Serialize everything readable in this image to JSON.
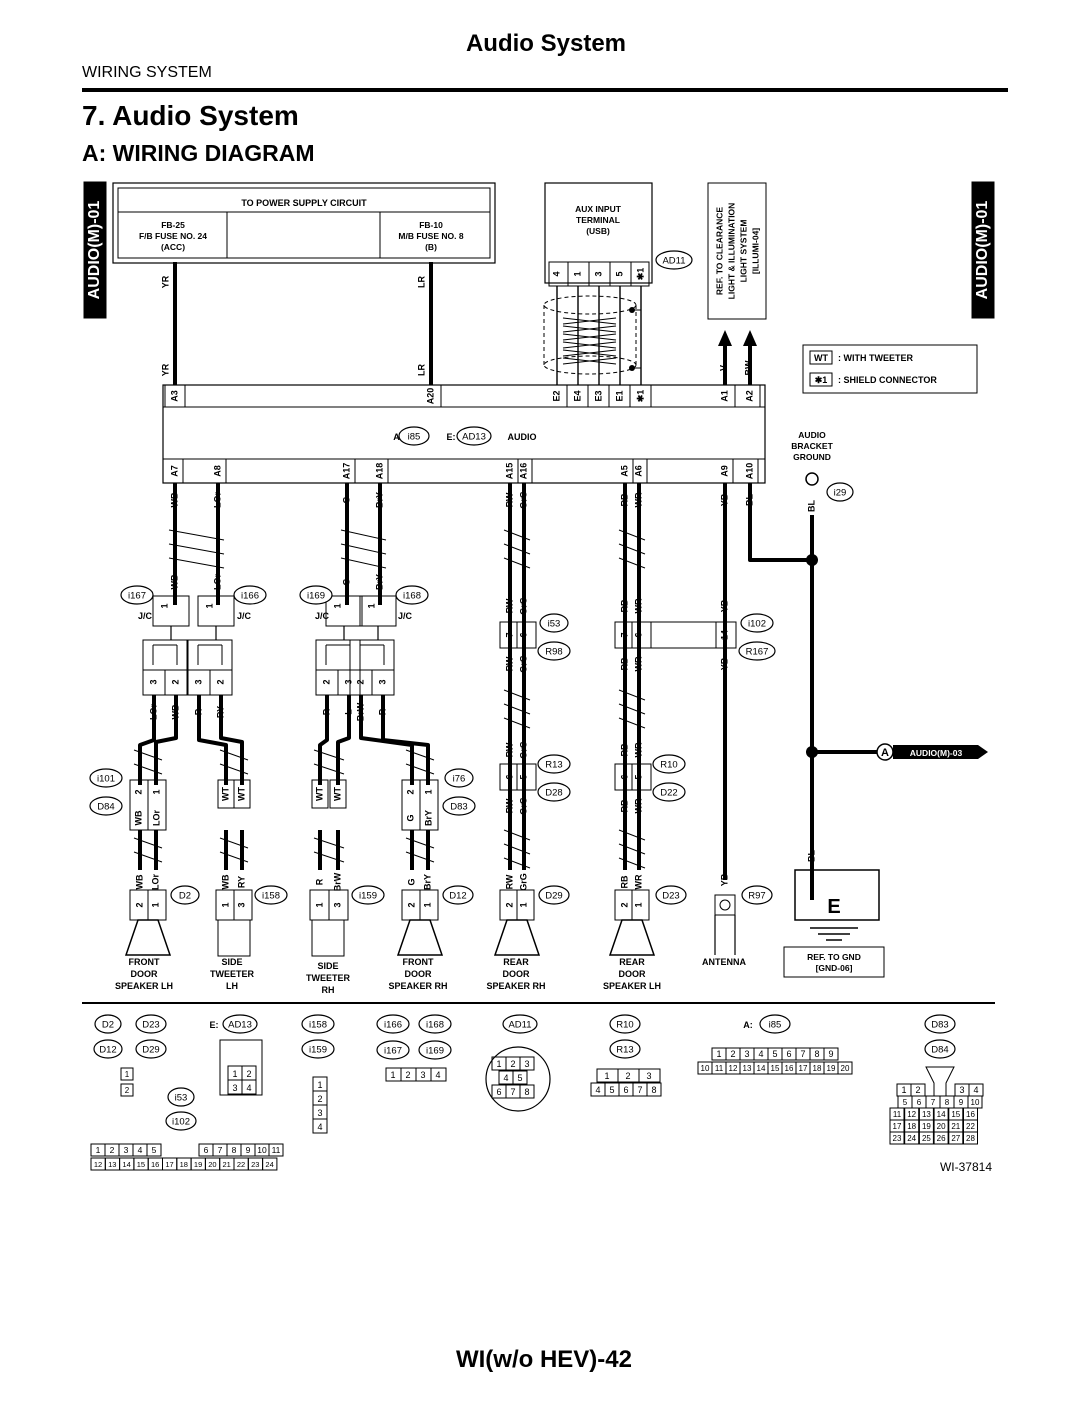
{
  "header": {
    "title": "Audio System",
    "section": "WIRING SYSTEM"
  },
  "page": {
    "section_title": "7.  Audio System",
    "subsection_title": "A:  WIRING DIAGRAM",
    "code": "WI-37814",
    "page_number": "WI(w/o HEV)-42"
  },
  "side_tab": {
    "label": "AUDIO(M)-01"
  },
  "power_box": {
    "title": "TO POWER SUPPLY CIRCUIT",
    "fuse_left": [
      "FB-25",
      "F/B FUSE NO. 24",
      "(ACC)"
    ],
    "fuse_right": [
      "FB-10",
      "M/B FUSE NO. 8",
      "(B)"
    ]
  },
  "aux": {
    "lines": [
      "AUX INPUT",
      "TERMINAL",
      "(USB)"
    ],
    "connector": "AD11",
    "pins": [
      "4",
      "1",
      "3",
      "5",
      "✱1"
    ]
  },
  "ref_clearance": [
    "REF. TO CLEARANCE",
    "LIGHT & ILLUMINATION",
    "LIGHT SYSTEM",
    "[ILLUMI-04]"
  ],
  "legend": [
    {
      "key": "WT",
      "text": ": WITH TWEETER"
    },
    {
      "key": "✱1",
      "text": ": SHIELD CONNECTOR"
    }
  ],
  "unit": {
    "label_a": "A:",
    "conn_a": "i85",
    "label_e": "E:",
    "conn_e": "AD13",
    "name": "AUDIO"
  },
  "top_pins": [
    {
      "pin": "A3",
      "wire": "YR"
    },
    {
      "pin": "A20",
      "wire": "LR"
    },
    {
      "pin": "E2",
      "wire": ""
    },
    {
      "pin": "E4",
      "wire": ""
    },
    {
      "pin": "E3",
      "wire": ""
    },
    {
      "pin": "E1",
      "wire": ""
    },
    {
      "pin": "✱1",
      "wire": ""
    },
    {
      "pin": "A1",
      "wire": "V"
    },
    {
      "pin": "A2",
      "wire": "BW"
    }
  ],
  "bottom_pins": [
    {
      "pin": "A7",
      "wire": "WB"
    },
    {
      "pin": "A8",
      "wire": "LOr"
    },
    {
      "pin": "A17",
      "wire": "G"
    },
    {
      "pin": "A18",
      "wire": "BrY"
    },
    {
      "pin": "A15",
      "wire": "RW"
    },
    {
      "pin": "A16",
      "wire": "GrG"
    },
    {
      "pin": "A5",
      "wire": "RB"
    },
    {
      "pin": "A6",
      "wire": "WR"
    },
    {
      "pin": "A9",
      "wire": "YB"
    },
    {
      "pin": "A10",
      "wire": "BL"
    }
  ],
  "ground": {
    "lines": [
      "AUDIO",
      "BRACKET",
      "GROUND"
    ],
    "connector": "i29",
    "wire": "BL",
    "ref": [
      "REF. TO GND",
      "[GND-06]"
    ],
    "symbol": "E"
  },
  "offpage": {
    "letter": "A",
    "label": "AUDIO(M)-03"
  },
  "jc": {
    "label": "J/C",
    "left_a": "i167",
    "left_b": "i166",
    "right_a": "i169",
    "right_b": "i168"
  },
  "connectors": {
    "i53": "i53",
    "R98": "R98",
    "i102": "i102",
    "R167": "R167",
    "R13": "R13",
    "D28": "D28",
    "R10": "R10",
    "D22": "D22",
    "i101": "i101",
    "D84": "D84",
    "i76": "i76",
    "D83": "D83",
    "D2": "D2",
    "i158": "i158",
    "i159": "i159",
    "D12": "D12",
    "D29": "D29",
    "D23": "D23",
    "R97": "R97"
  },
  "speakers": [
    {
      "lines": [
        "FRONT",
        "DOOR",
        "SPEAKER LH"
      ]
    },
    {
      "lines": [
        "SIDE",
        "TWEETER",
        "LH"
      ]
    },
    {
      "lines": [
        "SIDE",
        "TWEETER",
        "RH"
      ]
    },
    {
      "lines": [
        "FRONT",
        "DOOR",
        "SPEAKER RH"
      ]
    },
    {
      "lines": [
        "REAR",
        "DOOR",
        "SPEAKER RH"
      ]
    },
    {
      "lines": [
        "REAR",
        "DOOR",
        "SPEAKER LH"
      ]
    },
    {
      "lines": [
        "ANTENNA"
      ]
    }
  ],
  "connector_index": {
    "g1": [
      "D2",
      "D23",
      "D12",
      "D29"
    ],
    "g1_pins": [
      "1",
      "2"
    ],
    "g2_label": "E:",
    "g2": "AD13",
    "g2_pins": [
      "1",
      "2",
      "3",
      "4"
    ],
    "g3": [
      "i158",
      "i159"
    ],
    "g3_pins": [
      "1",
      "2",
      "3",
      "4"
    ],
    "g4": [
      "i166",
      "i168",
      "i167",
      "i169"
    ],
    "g4_pins": [
      "1",
      "2",
      "3",
      "4"
    ],
    "g5": "AD11",
    "g5_pins": [
      "1",
      "2",
      "3",
      "4",
      "5",
      "6",
      "7",
      "8"
    ],
    "g6": [
      "R10",
      "R13"
    ],
    "g6_pins": [
      "1",
      "2",
      "3",
      "4",
      "5",
      "6",
      "7",
      "8"
    ],
    "g7_label": "A:",
    "g7": "i85",
    "g7_row1": [
      "1",
      "2",
      "3",
      "4",
      "5",
      "6",
      "7",
      "8",
      "9"
    ],
    "g7_row2": [
      "10",
      "11",
      "12",
      "13",
      "14",
      "15",
      "16",
      "17",
      "18",
      "19",
      "20"
    ],
    "g8": [
      "D83",
      "D84"
    ],
    "g8_rows": [
      [
        "1",
        "2",
        "3",
        "4"
      ],
      [
        "5",
        "6",
        "7",
        "8",
        "9",
        "10"
      ],
      [
        "11",
        "12",
        "13",
        "14",
        "15",
        "16"
      ],
      [
        "17",
        "18",
        "19",
        "20",
        "21",
        "22"
      ],
      [
        "23",
        "24",
        "25",
        "26",
        "27",
        "28"
      ]
    ],
    "g9": [
      "i53",
      "i102"
    ],
    "g9_row1": [
      "1",
      "2",
      "3",
      "4",
      "5",
      "6",
      "7",
      "8",
      "9",
      "10",
      "11"
    ],
    "g9_row2": [
      "12",
      "13",
      "14",
      "15",
      "16",
      "17",
      "18",
      "19",
      "20",
      "21",
      "22",
      "23",
      "24"
    ]
  }
}
